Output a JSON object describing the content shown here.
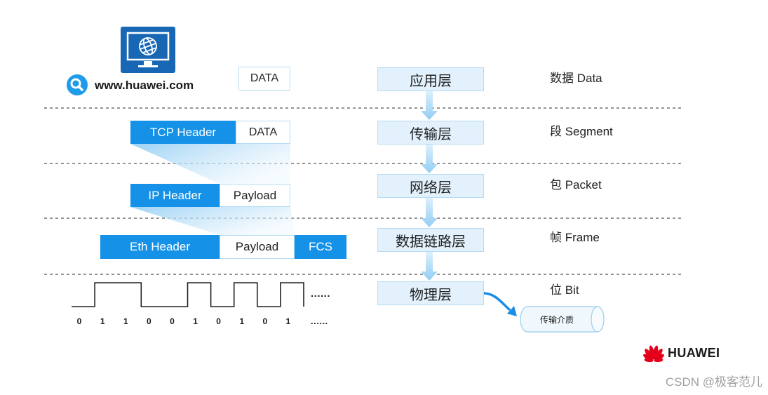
{
  "source": {
    "url": "www.huawei.com",
    "icons": {
      "computer": "monitor-globe-icon",
      "search": "search-icon"
    }
  },
  "layers": [
    {
      "name": "应用层",
      "unit": "数据 Data"
    },
    {
      "name": "传输层",
      "unit": "段 Segment"
    },
    {
      "name": "网络层",
      "unit": "包 Packet"
    },
    {
      "name": "数据链路层",
      "unit": "帧 Frame"
    },
    {
      "name": "物理层",
      "unit": "位 Bit"
    }
  ],
  "encapsulation": {
    "application": {
      "data": "DATA"
    },
    "transport": {
      "header": "TCP Header",
      "data": "DATA"
    },
    "network": {
      "header": "IP Header",
      "payload": "Payload"
    },
    "data_link": {
      "header": "Eth Header",
      "payload": "Payload",
      "trailer": "FCS"
    }
  },
  "physical": {
    "bits": [
      "0",
      "1",
      "1",
      "0",
      "0",
      "1",
      "0",
      "1",
      "0",
      "1"
    ],
    "wave_ellipsis": "......",
    "bits_ellipsis": "......",
    "medium": "传输介质"
  },
  "brand": {
    "name": "HUAWEI",
    "logo_icon": "huawei-petal-logo-icon"
  },
  "watermark": "CSDN @极客范儿",
  "colors": {
    "header_blue": "#1592e8",
    "layer_fill": "#e2f1fc",
    "border": "#b7dbf3",
    "arrow_blue": "#a6d6f5",
    "link_blue": "#1a8ee6",
    "icon_blue": "#1767b5",
    "search_blue": "#1e9be9",
    "brand_red": "#e4001b",
    "text": "#222222"
  }
}
